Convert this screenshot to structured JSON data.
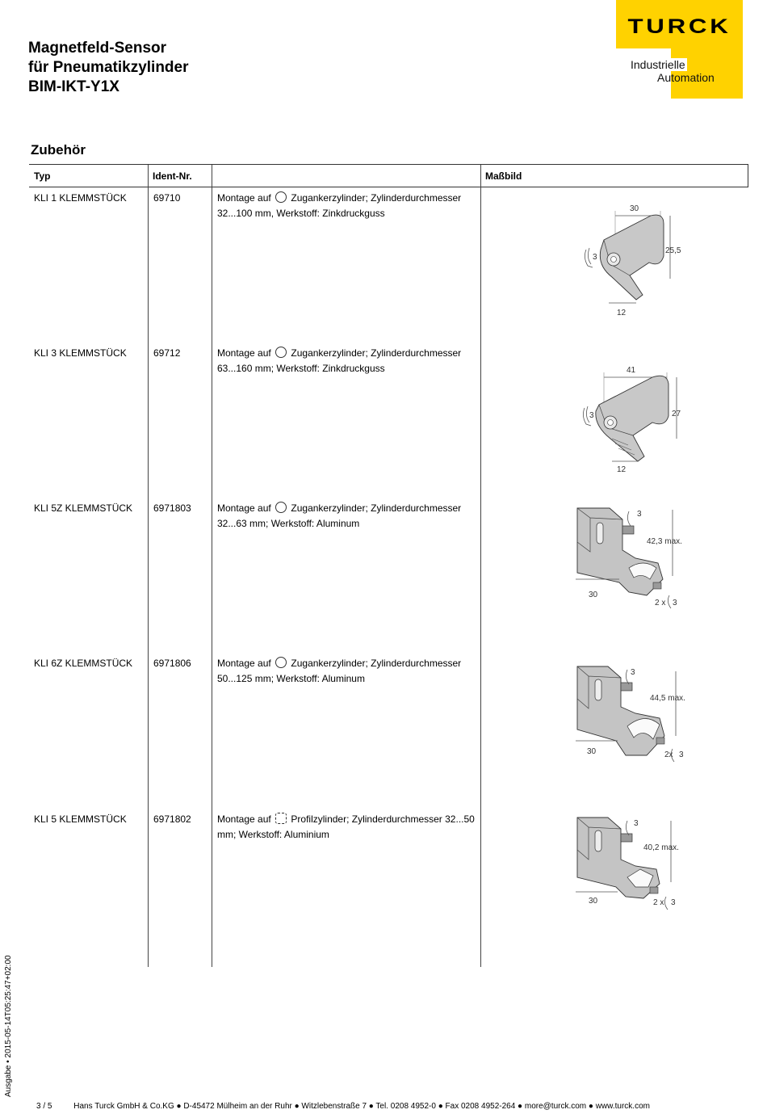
{
  "header": {
    "title_line1": "Magnetfeld-Sensor",
    "title_line2": "für Pneumatikzylinder",
    "title_line3": "BIM-IKT-Y1X",
    "brand": "TURCK",
    "tagline1": "Industrielle",
    "tagline2": "Automation",
    "brand_color": "#ffd200"
  },
  "section_title": "Zubehör",
  "table": {
    "columns": [
      "Typ",
      "Ident-Nr.",
      "",
      "Maßbild"
    ],
    "rows": [
      {
        "typ": "KLI 1 KLEMMSTÜCK",
        "ident": "69710",
        "desc_pre": "Montage auf",
        "desc_post": "Zugankerzylinder; Zylinderdurchmesser 32...100 mm, Werkstoff: Zinkdruckguss",
        "cyl_icon": "round-cylinder-icon",
        "dims": {
          "top": "30",
          "right": "25,5",
          "bottom": "12",
          "left": "3"
        }
      },
      {
        "typ": "KLI 3 KLEMMSTÜCK",
        "ident": "69712",
        "desc_pre": "Montage auf",
        "desc_post": "Zugankerzylinder; Zylinderdurchmesser 63...160 mm; Werkstoff: Zinkdruckguss",
        "cyl_icon": "round-cylinder-icon",
        "dims": {
          "top": "41",
          "right": "27",
          "bottom": "12",
          "left": "3"
        }
      },
      {
        "typ": "KLI 5Z KLEMMSTÜCK",
        "ident": "6971803",
        "desc_pre": "Montage auf",
        "desc_post": "Zugankerzylinder; Zylinderdurchmesser 32...63 mm; Werkstoff: Aluminum",
        "cyl_icon": "round-cylinder-icon",
        "dims": {
          "top": "3",
          "right": "42,3 max.",
          "bottom": "30",
          "screws": "2 x",
          "screw_size": "3"
        }
      },
      {
        "typ": "KLI 6Z KLEMMSTÜCK",
        "ident": "6971806",
        "desc_pre": "Montage auf",
        "desc_post": "Zugankerzylinder; Zylinderdurchmesser 50...125 mm; Werkstoff: Aluminum",
        "cyl_icon": "round-cylinder-icon",
        "dims": {
          "top": "3",
          "right": "44,5 max.",
          "bottom": "30",
          "screws": "2x",
          "screw_size": "3"
        }
      },
      {
        "typ": "KLI 5 KLEMMSTÜCK",
        "ident": "6971802",
        "desc_pre": "Montage auf",
        "desc_post": "Profilzylinder; Zylinderdurchmesser 32...50 mm; Werkstoff: Aluminium",
        "cyl_icon": "profile-cylinder-icon",
        "dims": {
          "top": "3",
          "right": "40,2 max.",
          "bottom": "30",
          "screws": "2 x",
          "screw_size": "3"
        }
      }
    ]
  },
  "sidebar_date": "Ausgabe • 2015-05-14T05:25:47+02:00",
  "footer": {
    "page": "3 / 5",
    "company": "Hans Turck GmbH & Co.KG ● D-45472 Mülheim an der Ruhr ● Witzlebenstraße 7 ● Tel. 0208 4952-0 ● Fax 0208 4952-264 ● more@turck.com ● www.turck.com"
  }
}
